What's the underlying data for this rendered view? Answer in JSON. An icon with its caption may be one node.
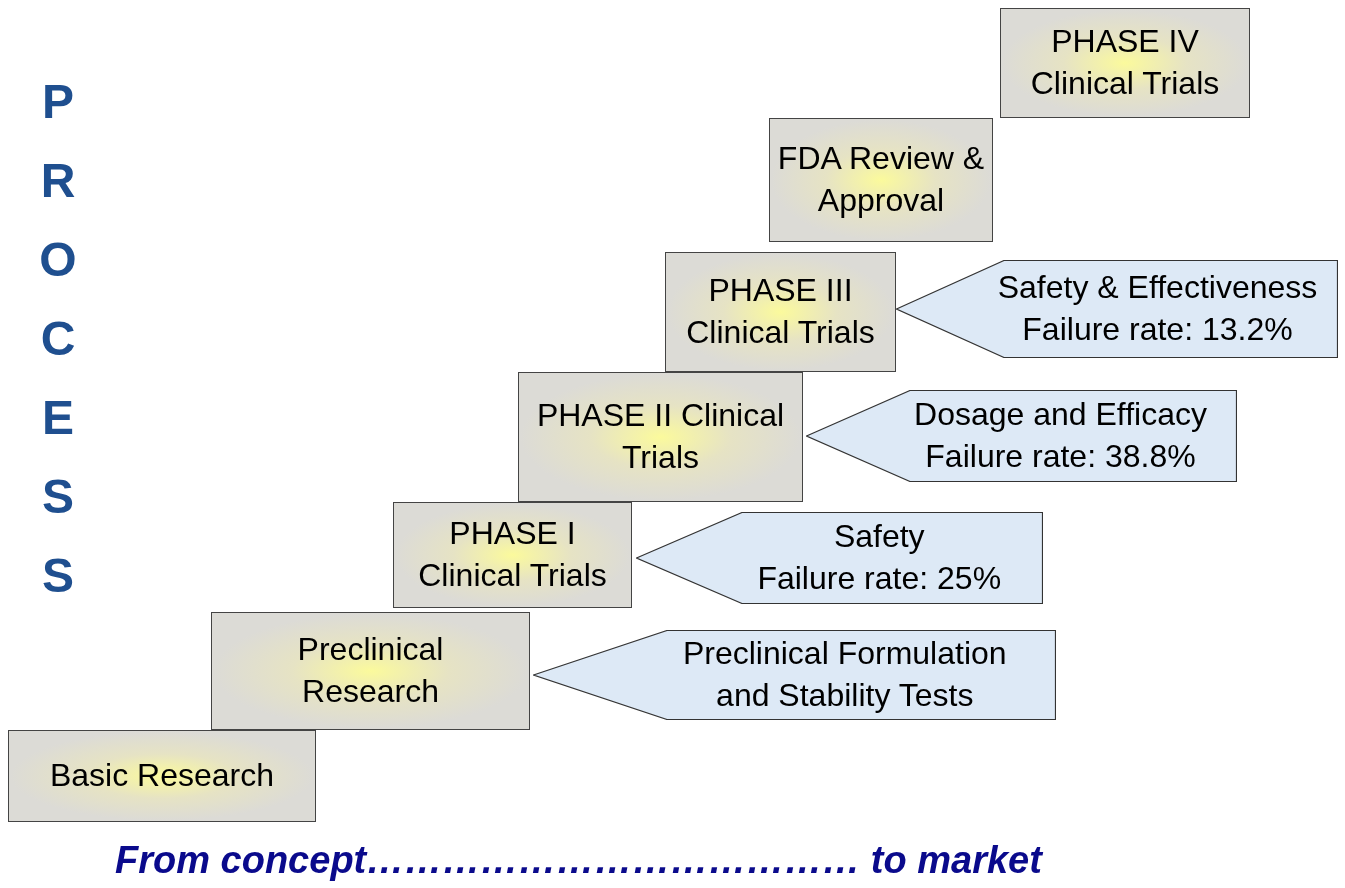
{
  "diagram": {
    "caption": "From concept………………………………… to market",
    "nodes": [
      {
        "text": [
          "Basic Research"
        ]
      },
      {
        "text": [
          "Preclinical Research"
        ]
      },
      {
        "text": [
          "PHASE I Clinical Trials"
        ]
      },
      {
        "text": [
          "PHASE II Clinical Trials"
        ]
      },
      {
        "text": [
          "PHASE III Clinical Trials"
        ]
      },
      {
        "text": [
          "FDA Review & Approval"
        ]
      },
      {
        "text": [
          "PHASE IV Clinical Trials"
        ]
      },
      {
        "text": [
          "Preclinical Formulation and Stability Tests"
        ]
      },
      {
        "text": [
          "Safety",
          "Failure rate: 25%"
        ]
      },
      {
        "text": [
          "Dosage and Efficacy",
          "Failure rate: 38.8%"
        ]
      },
      {
        "text": [
          "Safety & Effectiveness",
          "Failure rate: 13.2%"
        ]
      }
    ],
    "labels": [
      "PROCESS"
    ]
  }
}
